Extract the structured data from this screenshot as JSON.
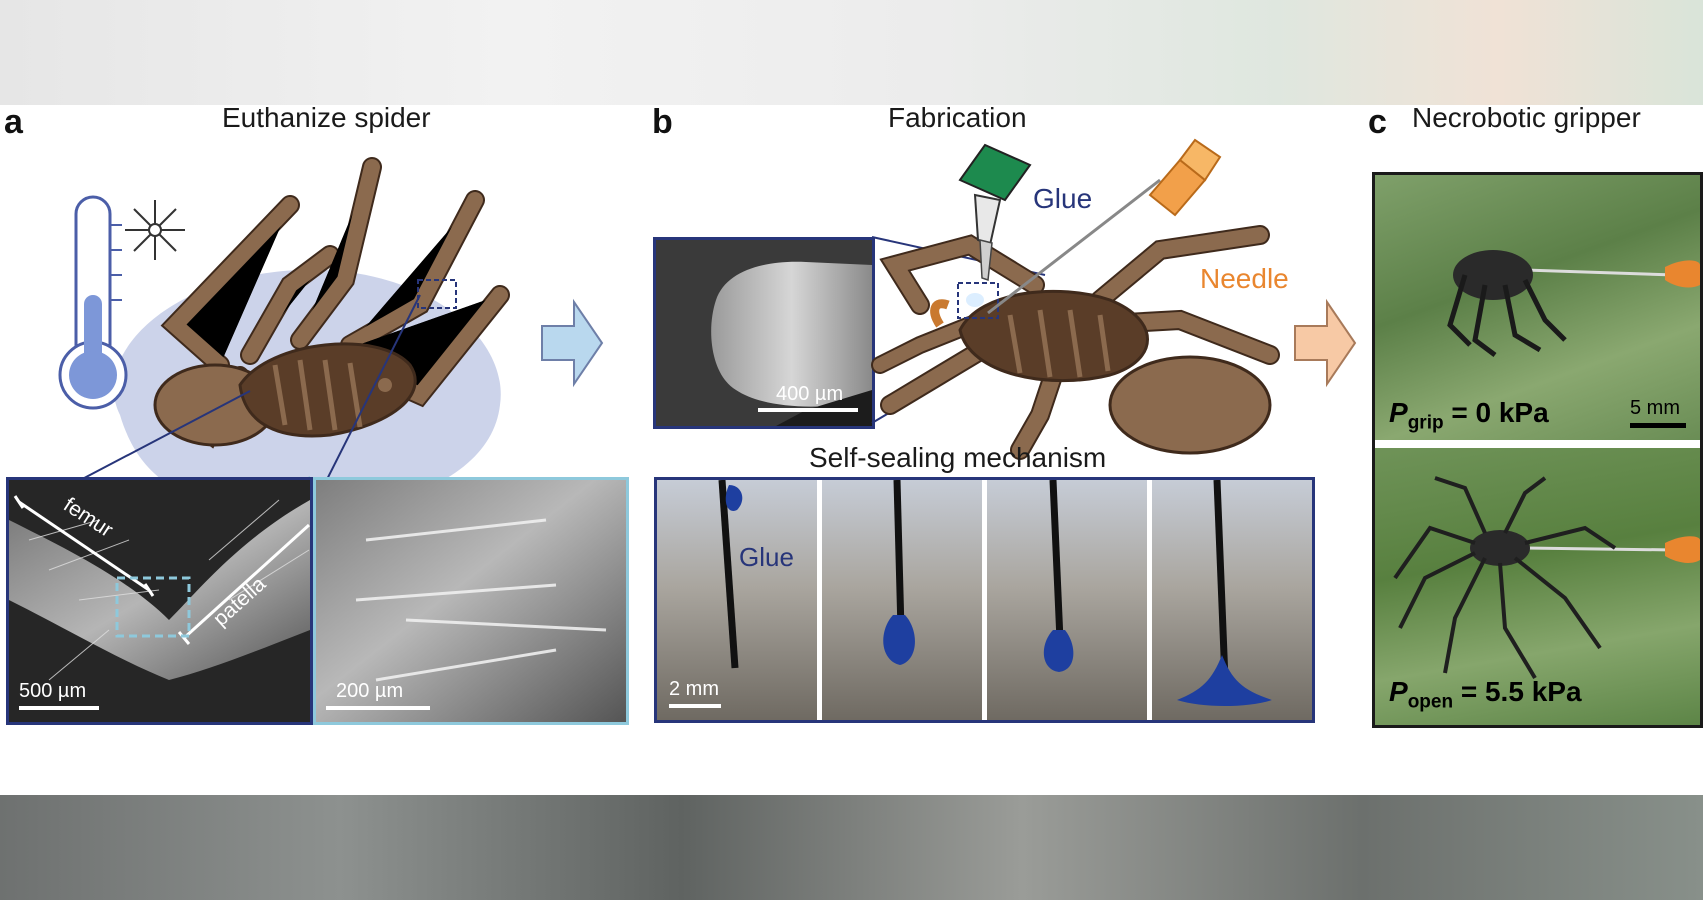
{
  "panels": {
    "a": {
      "letter": "a",
      "title": "Euthanize spider",
      "labels": {
        "femur": "femur",
        "patella": "patella"
      },
      "scalebars": {
        "left": "500 µm",
        "right": "200 µm"
      }
    },
    "b": {
      "letter": "b",
      "title": "Fabrication",
      "labels": {
        "glue": "Glue",
        "needle": "Needle",
        "glue_drop": "Glue"
      },
      "scalebars": {
        "sem": "400 µm",
        "sealing": "2 mm"
      },
      "subtitle": "Self-sealing mechanism"
    },
    "c": {
      "letter": "c",
      "title": "Necrobotic gripper",
      "grip": {
        "symbol": "P",
        "sub": "grip",
        "value": " = 0 kPa"
      },
      "open": {
        "symbol": "P",
        "sub": "open",
        "value": " = 5.5 kPa"
      },
      "scalebar": "5 mm"
    }
  },
  "colors": {
    "dark_blue": "#27357a",
    "light_blue": "#8ec9dc",
    "orange": "#e9862f",
    "spider_brown": "#8b6a4e",
    "spider_dark": "#3f2a1c",
    "glue_blue": "#1e3fa0"
  }
}
